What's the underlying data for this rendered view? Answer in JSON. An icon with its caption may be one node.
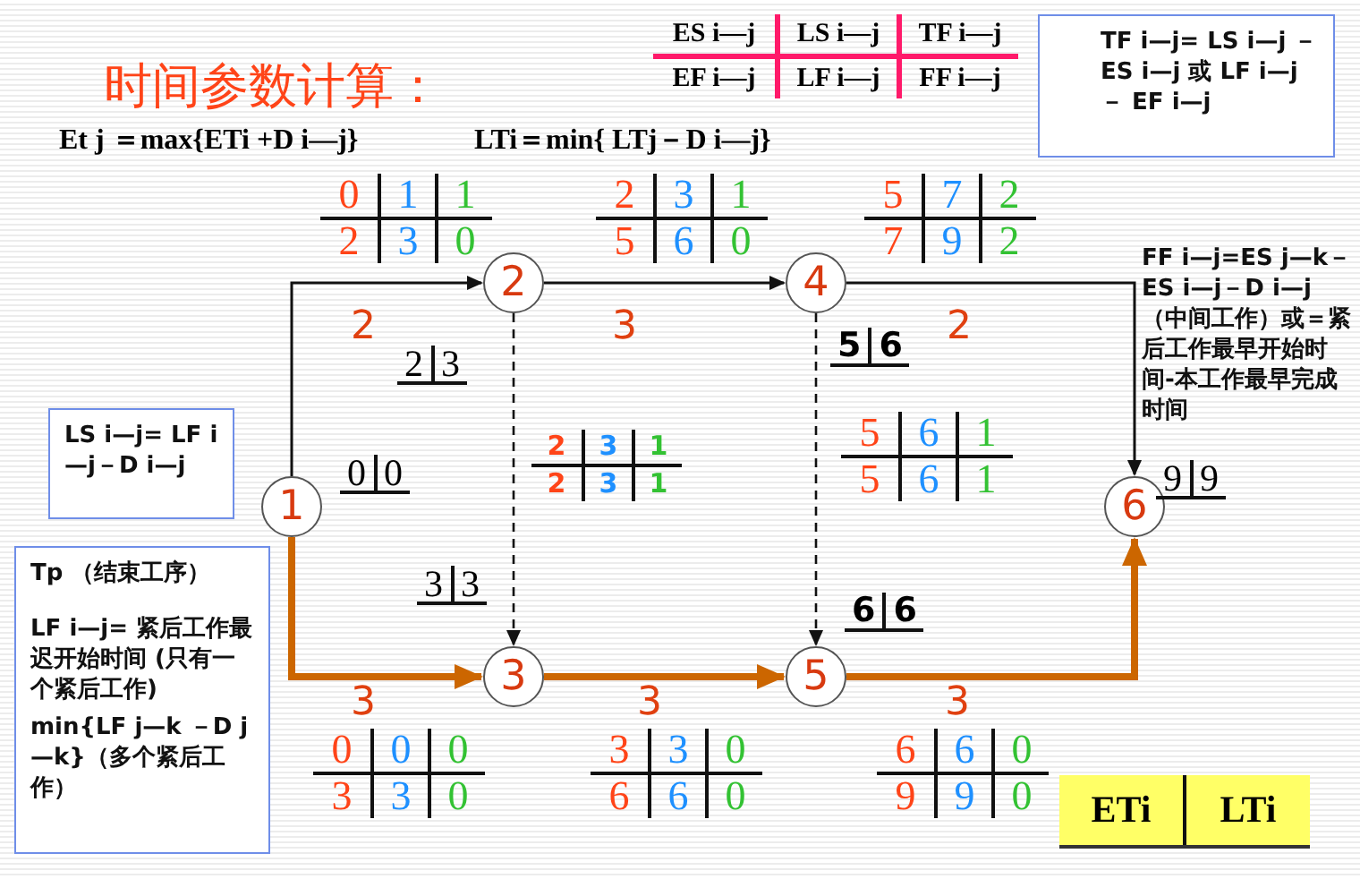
{
  "diagram": {
    "title": "时间参数计算：",
    "nodes": [
      {
        "text": [
          "TF i—j= LS i—j －ES i—j 或 LF i—j － EF i—j"
        ]
      },
      {
        "text": [
          "2"
        ],
        "beside": [
          "2",
          "3"
        ]
      },
      {
        "text": [
          "4"
        ],
        "beside": [
          "5",
          "6"
        ]
      },
      {
        "text": [
          "LS i—j= LF i—j－D i—j"
        ]
      },
      {
        "text": [
          "1"
        ],
        "beside": [
          "0",
          "0"
        ]
      },
      {
        "text": [
          "6"
        ],
        "beside": [
          "9",
          "9"
        ]
      },
      {
        "text": [
          "Tp （结束工序）",
          "LF i—j= 紧后工作最迟开始时间 (只有一个紧后工作)",
          "min{LF j—k －D j—k}（多个紧后工作）"
        ]
      },
      {
        "text": [
          "3"
        ],
        "beside": [
          "3",
          "3"
        ]
      },
      {
        "text": [
          "5"
        ],
        "beside": [
          "6",
          "6"
        ]
      },
      {
        "text": [
          "ETi",
          "LTi"
        ]
      }
    ],
    "edges": [
      {
        "from": 4,
        "to": 1,
        "arrow": "to",
        "label": "2"
      },
      {
        "from": 1,
        "to": 2,
        "arrow": "to",
        "label": "3"
      },
      {
        "from": 2,
        "to": 5,
        "arrow": "to",
        "label": "2"
      },
      {
        "from": 4,
        "to": 7,
        "arrow": "to",
        "label": "3",
        "style": "thick",
        "color": "#cc6600"
      },
      {
        "from": 7,
        "to": 8,
        "arrow": "to",
        "label": "3",
        "style": "thick",
        "color": "#cc6600"
      },
      {
        "from": 8,
        "to": 5,
        "arrow": "to",
        "label": "3",
        "style": "thick",
        "color": "#cc6600"
      },
      {
        "from": 1,
        "to": 7,
        "arrow": "to",
        "style": "dashed"
      },
      {
        "from": 2,
        "to": 8,
        "arrow": "to",
        "style": "dashed"
      }
    ],
    "labels": [
      "ES i—j",
      "LS i—j",
      "TF i—j",
      "EF i—j",
      "LF i—j",
      "FF i—j",
      "Et j ＝max{ETi +D i—j}",
      "LTi＝min{ LTj－D i—j}",
      "0",
      "1",
      "1",
      "2",
      "3",
      "0",
      "2",
      "3",
      "1",
      "5",
      "6",
      "0",
      "5",
      "7",
      "2",
      "7",
      "9",
      "2",
      "FF i—j=ES j—k－ES i—j－D i—j（中间工作）或＝紧后工作最早开始时间-本工作最早完成时间",
      "2",
      "3",
      "1",
      "2",
      "3",
      "1",
      "5",
      "6",
      "1",
      "5",
      "6",
      "1",
      "0",
      "0",
      "0",
      "3",
      "3",
      "0",
      "3",
      "3",
      "0",
      "6",
      "6",
      "0",
      "6",
      "6",
      "0",
      "9",
      "9",
      "0"
    ]
  }
}
